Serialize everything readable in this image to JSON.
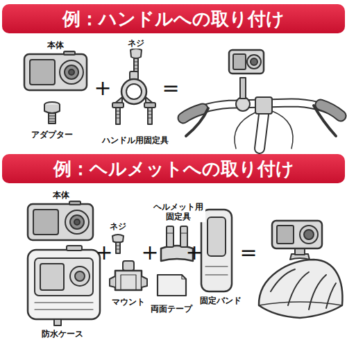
{
  "diagram": {
    "nodes": [
      {
        "text": [
          "例：ハンドルへの取り付け"
        ]
      },
      {
        "text": [
          "例：ヘルメットへの取り付け"
        ]
      }
    ],
    "labels": [
      "本体",
      "アダプター",
      "ネジ",
      "ハンドル用固定具",
      "+",
      "=",
      "本体",
      "ネジ",
      "ヘルメット用 固定具",
      "マウント",
      "両面テープ",
      "固定バンド",
      "防水ケース",
      "+",
      "+",
      "+",
      "="
    ]
  }
}
